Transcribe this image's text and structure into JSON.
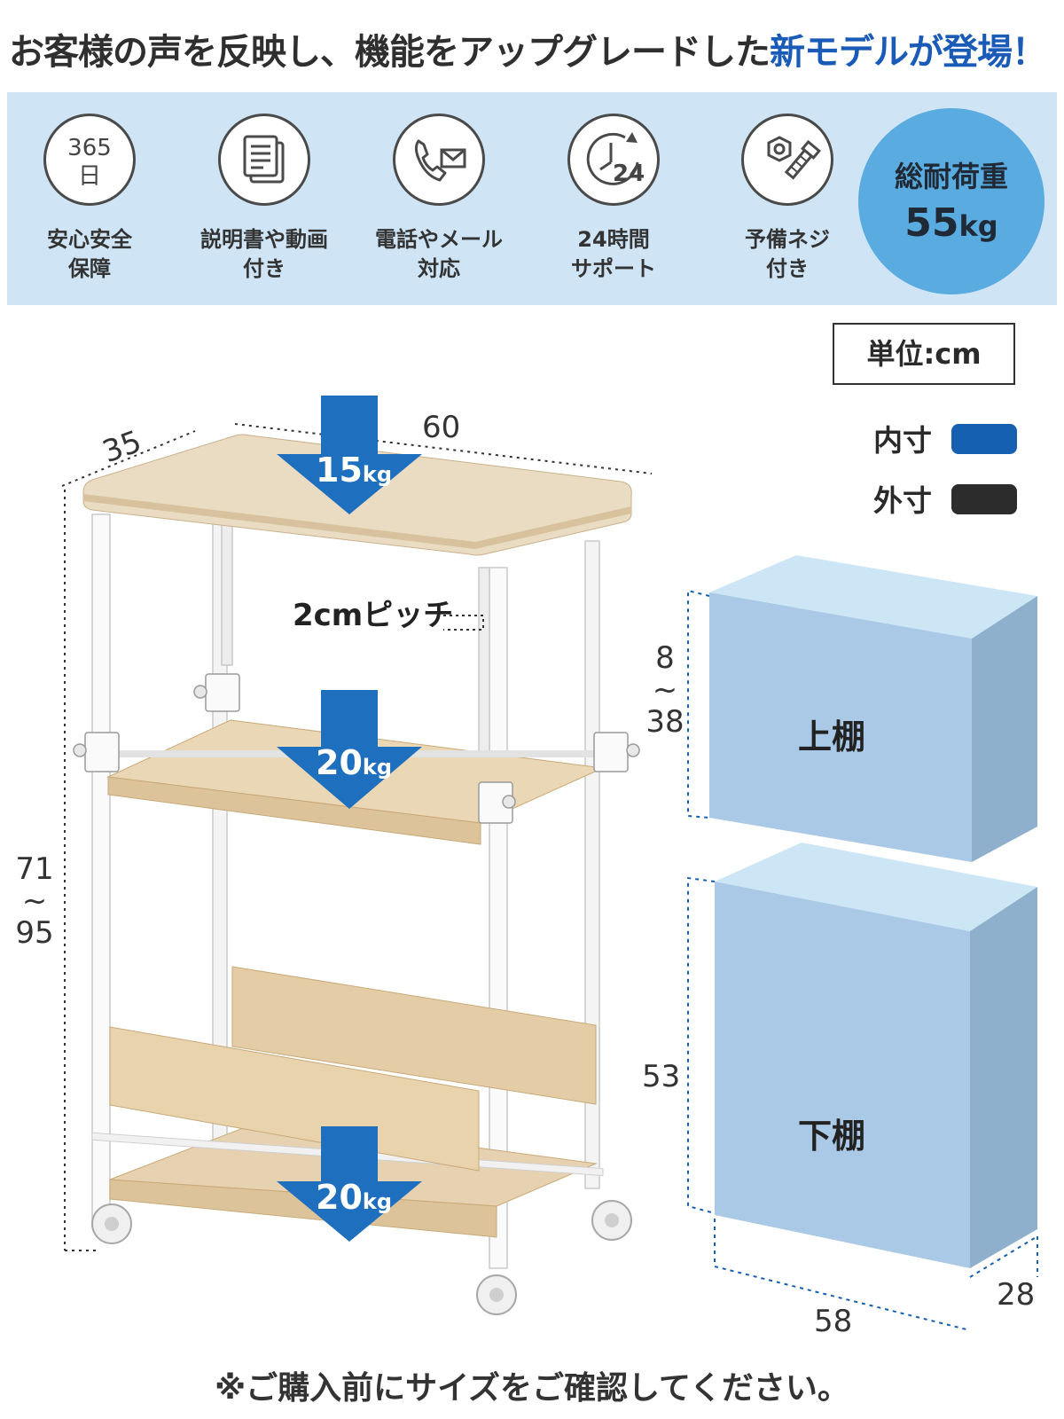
{
  "headline": {
    "lead": "お客様の声を反映し、機能をアップグレードした",
    "highlight": "新モデルが登場！"
  },
  "features": [
    {
      "icon": "calendar-365-icon",
      "icon_text": [
        "365",
        "日"
      ],
      "label": [
        "安心安全",
        "保障"
      ]
    },
    {
      "icon": "manual-document-icon",
      "label": [
        "説明書や動画",
        "付き"
      ]
    },
    {
      "icon": "phone-mail-icon",
      "label": [
        "電話やメール",
        "対応"
      ]
    },
    {
      "icon": "clock-24-icon",
      "icon_text": [
        "24"
      ],
      "label": [
        "24時間",
        "サポート"
      ]
    },
    {
      "icon": "spare-screws-icon",
      "label": [
        "予備ネジ",
        "付き"
      ]
    }
  ],
  "total_load": {
    "label": "総耐荷重",
    "value": "55",
    "unit": "kg"
  },
  "unit_box": "単位:cm",
  "legend": [
    {
      "label": "内寸",
      "color": "#1560b0"
    },
    {
      "label": "外寸",
      "color": "#2c2c2c"
    }
  ],
  "dimensions": {
    "depth": "35",
    "width": "60",
    "height": [
      "71",
      "~",
      "95"
    ],
    "pitch": "2cmピッチ",
    "upper_height": [
      "8",
      "~",
      "38"
    ],
    "lower_height": "53",
    "inner_width": "58",
    "inner_depth": "28"
  },
  "loads": [
    {
      "value": "15",
      "unit": "kg"
    },
    {
      "value": "20",
      "unit": "kg"
    },
    {
      "value": "20",
      "unit": "kg"
    }
  ],
  "boxes": {
    "upper": "上棚",
    "lower": "下棚"
  },
  "note": "※ご購入前にサイズをご確認してください。",
  "colors": {
    "accent": "#1a5bb8",
    "band": "#cfe5f5",
    "load_circle": "#5aabe0",
    "wood": "#e6d2b0",
    "box": "#a9c9e6"
  }
}
